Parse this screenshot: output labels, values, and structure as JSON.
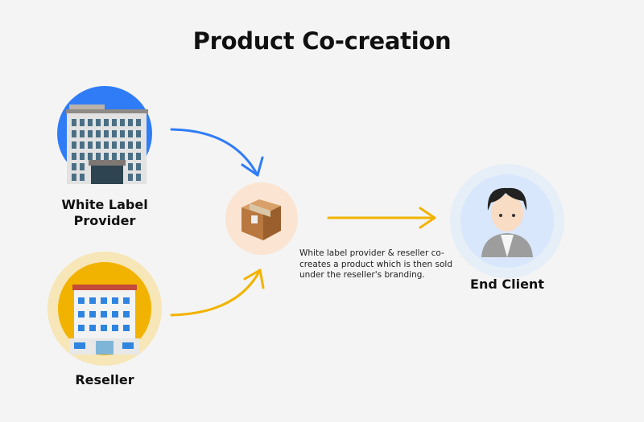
{
  "title": "Product Co-creation",
  "nodes": {
    "provider": {
      "label_line1": "White Label",
      "label_line2": "Provider",
      "icon": "office-building-icon",
      "color": "#2f7cf6"
    },
    "reseller": {
      "label": "Reseller",
      "icon": "hospital-building-icon",
      "color": "#f2b300"
    },
    "product": {
      "icon": "package-box-icon",
      "color": "#fbe4d2"
    },
    "client": {
      "label": "End Client",
      "icon": "person-icon",
      "color": "#d8e7fb"
    }
  },
  "description": "White label provider & reseller co-creates a product which is then sold under the reseller's branding."
}
